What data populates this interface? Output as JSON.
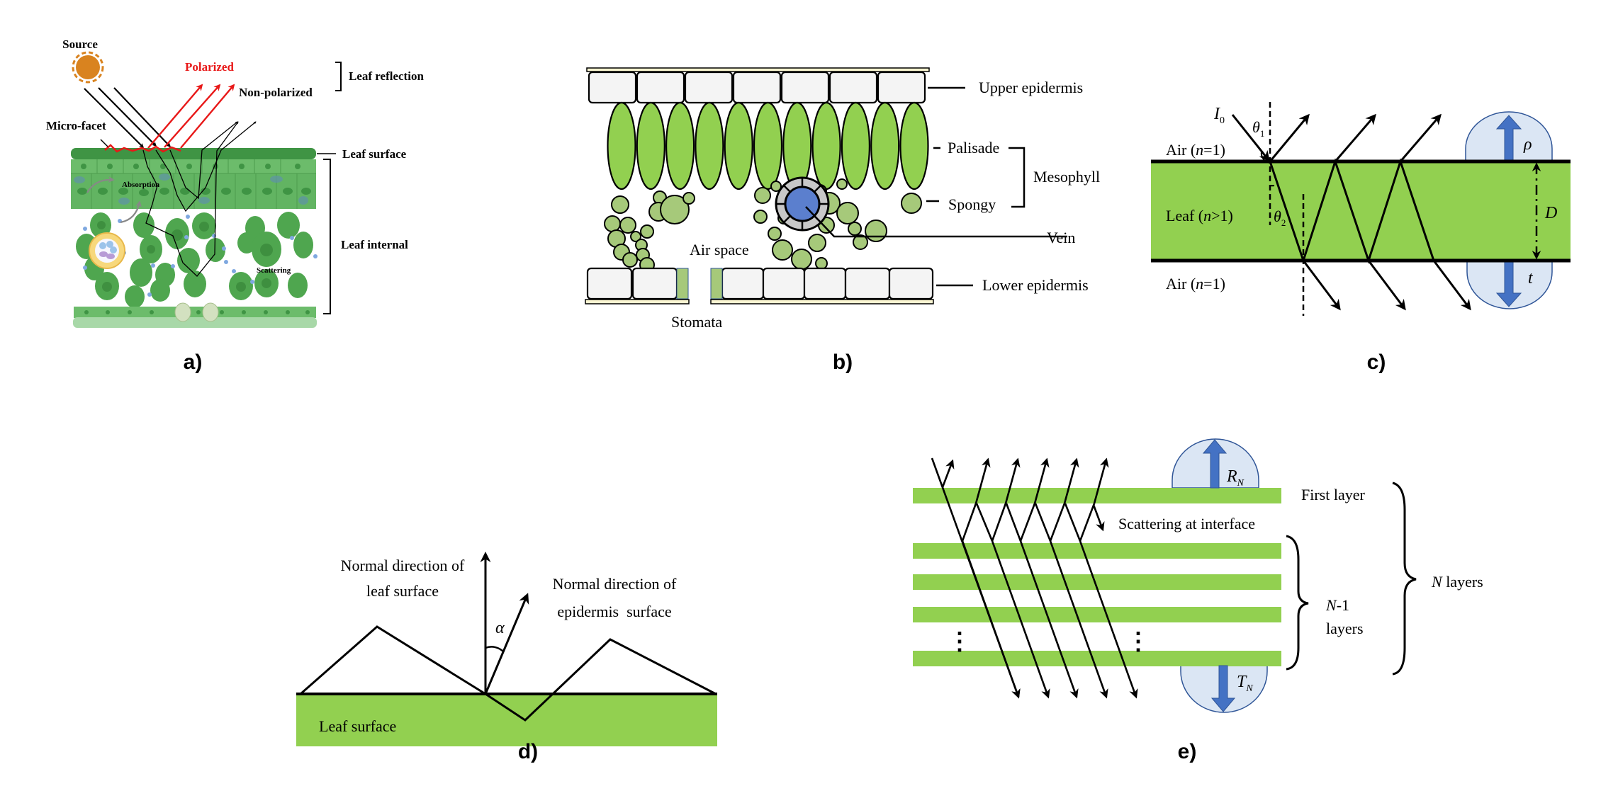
{
  "figure": {
    "colors": {
      "leaf_green": "#92d050",
      "dark_green": "#3c8c3e",
      "mid_green": "#5fae5f",
      "cell_green": "#4fa64f",
      "spongy_green": "#a6c97a",
      "epidermis_fill": "#f4f4f4",
      "cuticle": "#fbf6d2",
      "vein_blue": "#5b7fce",
      "vein_ring": "#c8c8c8",
      "arrow_blue": "#4472c4",
      "cap_blue": "#dbe6f4",
      "cap_stroke": "#2f5597",
      "polarized_red": "#e81818",
      "source_orange": "#d9831f",
      "text": "#111111"
    },
    "panels": {
      "a": {
        "label": "a)",
        "source": "Source",
        "polarized": "Polarized",
        "non_polarized": "Non-polarized",
        "leaf_reflection": "Leaf reflection",
        "micro_facet": "Micro-facet",
        "leaf_surface": "Leaf surface",
        "leaf_internal": "Leaf internal",
        "absorption": "Absorption",
        "scattering": "Scattering"
      },
      "b": {
        "label": "b)",
        "upper_epidermis": "Upper epidermis",
        "palisade": "Palisade",
        "mesophyll": "Mesophyll",
        "spongy": "Spongy",
        "vein": "Vein",
        "air_space": "Air space",
        "lower_epidermis": "Lower epidermis",
        "stomata": "Stomata"
      },
      "c": {
        "label": "c)",
        "incident": "I",
        "incident_sub": "0",
        "theta1": "θ",
        "theta1_sub": "1",
        "theta2": "θ",
        "theta2_sub": "2",
        "air_top_prefix": "Air (",
        "air_top_var": "n",
        "air_top_suffix": "=1)",
        "leaf_prefix": "Leaf (",
        "leaf_var": "n",
        "leaf_suffix": ">1)",
        "air_bottom_prefix": "Air (",
        "air_bottom_var": "n",
        "air_bottom_suffix": "=1)",
        "reflectance": "ρ",
        "thickness": "D",
        "transmittance": "t"
      },
      "d": {
        "label": "d)",
        "normal_leaf_line1": "Normal direction of",
        "normal_leaf_line2": "leaf surface",
        "normal_epi_line1": "Normal direction of",
        "normal_epi_line2": "epidermis  surface",
        "angle": "α",
        "leaf_surface": "Leaf surface"
      },
      "e": {
        "label": "e)",
        "reflectance": "R",
        "reflectance_sub": "N",
        "transmittance": "T",
        "transmittance_sub": "N",
        "first_layer": "First layer",
        "scattering": "Scattering at interface",
        "n_minus_1_var": "N",
        "n_minus_1_suffix": "-1",
        "n_minus_1_line2": "layers",
        "n_layers_var": "N",
        "n_layers_suffix": " layers",
        "ellipsis": "⋮",
        "layer_count_drawn": 5
      }
    }
  }
}
